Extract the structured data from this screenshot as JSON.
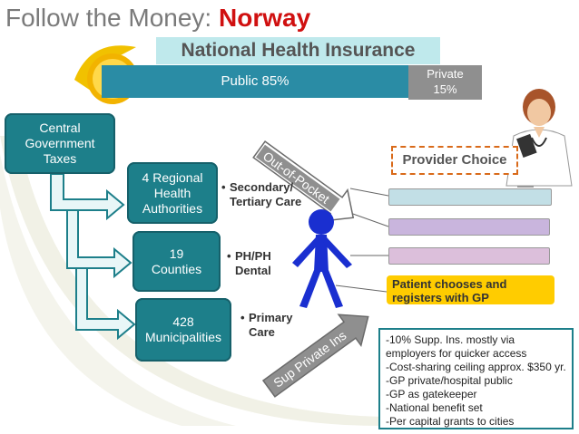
{
  "title": {
    "prefix": "Follow the Money: ",
    "highlight": "Norway"
  },
  "banner": "National Health Insurance",
  "funding": {
    "public_label": "Public 85%",
    "private_line1": "Private",
    "private_line2": "15%"
  },
  "boxes": {
    "central": [
      "Central",
      "Government",
      "Taxes"
    ],
    "regional": [
      "4 Regional",
      "Health",
      "Authorities"
    ],
    "counties": [
      "19",
      "Counties"
    ],
    "municipalities": [
      "428",
      "Municipalities"
    ]
  },
  "bullets": {
    "regional": [
      "Secondary/",
      "Tertiary Care"
    ],
    "counties": [
      "PH/PH",
      "Dental"
    ],
    "municipalities": [
      "Primary",
      "Care"
    ],
    "dot": "•"
  },
  "arrows": {
    "out_of_pocket": "Out-of-Pocket",
    "sup_private": "Sup Private Ins"
  },
  "provider_choice": "Provider Choice",
  "patient_box": [
    "Patient chooses and",
    "registers with GP"
  ],
  "notes": [
    "-10% Supp. Ins. mostly via",
    "employers for quicker access",
    "-Cost-sharing ceiling approx. $350 yr.",
    "-GP private/hospital public",
    "-GP as gatekeeper",
    "-National benefit set",
    "-Per capital grants to cities"
  ],
  "icons": {
    "coin": "dollar-coin-icon",
    "person": "person-icon",
    "doctor": "doctor-icon",
    "currency_symbol": "$"
  },
  "colors": {
    "title_highlight": "#d01010",
    "teal": "#1d7f8a",
    "public_bar": "#2a8ca5",
    "private_bar": "#8f8f8f",
    "accent_yellow": "#ffcc00",
    "person": "#1a2fd0"
  }
}
